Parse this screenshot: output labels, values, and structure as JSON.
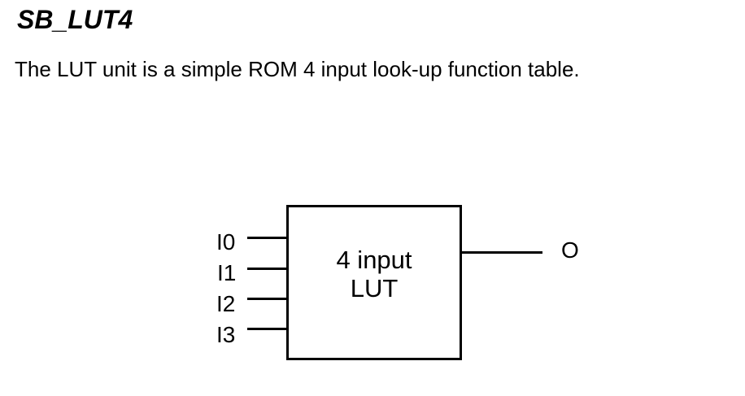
{
  "page": {
    "title": "SB_LUT4",
    "description": "The LUT unit is a simple ROM 4 input look-up function table."
  },
  "diagram": {
    "box_label": [
      "4 input",
      "LUT"
    ],
    "inputs": [
      "I0",
      "I1",
      "I2",
      "I3"
    ],
    "output": "O",
    "colors": {
      "ink": "#000000",
      "background": "#ffffff"
    }
  }
}
